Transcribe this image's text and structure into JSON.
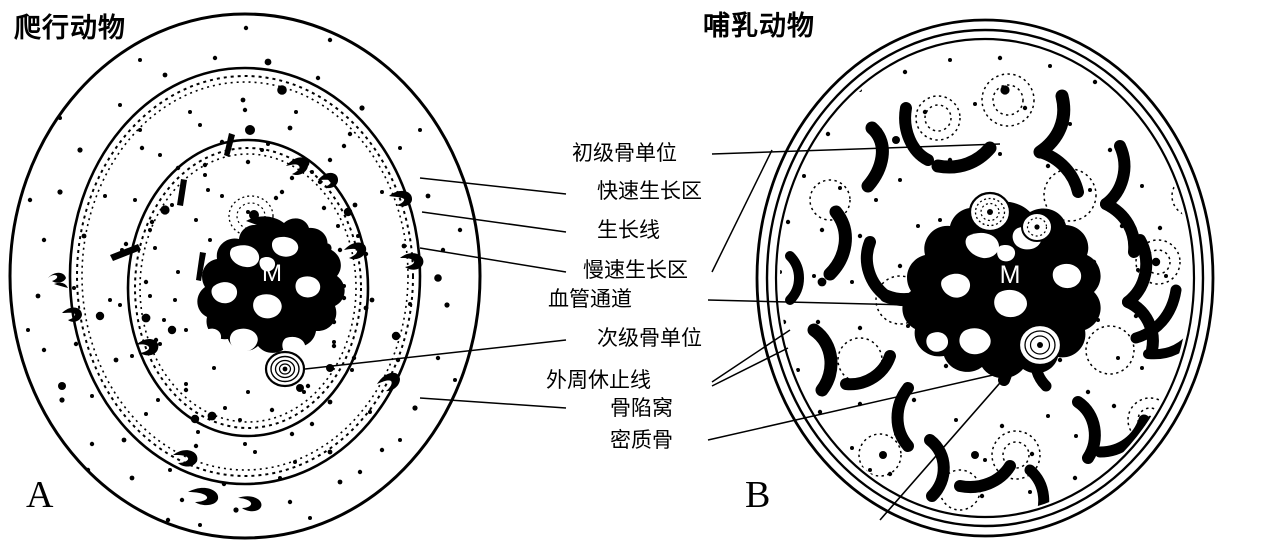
{
  "figure": {
    "panels": [
      {
        "letter": "A",
        "title": "爬行动物"
      },
      {
        "letter": "B",
        "title": "哺乳动物"
      }
    ],
    "center_marker": "M",
    "labels": [
      {
        "id": "primary-osteon",
        "text": "初级骨单位"
      },
      {
        "id": "fast-growth-zone",
        "text": "快速生长区"
      },
      {
        "id": "growth-line",
        "text": "生长线"
      },
      {
        "id": "slow-growth-zone",
        "text": "慢速生长区"
      },
      {
        "id": "vascular-canal",
        "text": "血管通道"
      },
      {
        "id": "secondary-osteon",
        "text": "次级骨单位"
      },
      {
        "id": "outer-rest-line",
        "text": "外周休止线"
      },
      {
        "id": "bone-lacuna",
        "text": "骨陷窝"
      },
      {
        "id": "compact-bone",
        "text": "密质骨"
      }
    ],
    "colors": {
      "ink": "#000000",
      "background": "#ffffff"
    }
  }
}
